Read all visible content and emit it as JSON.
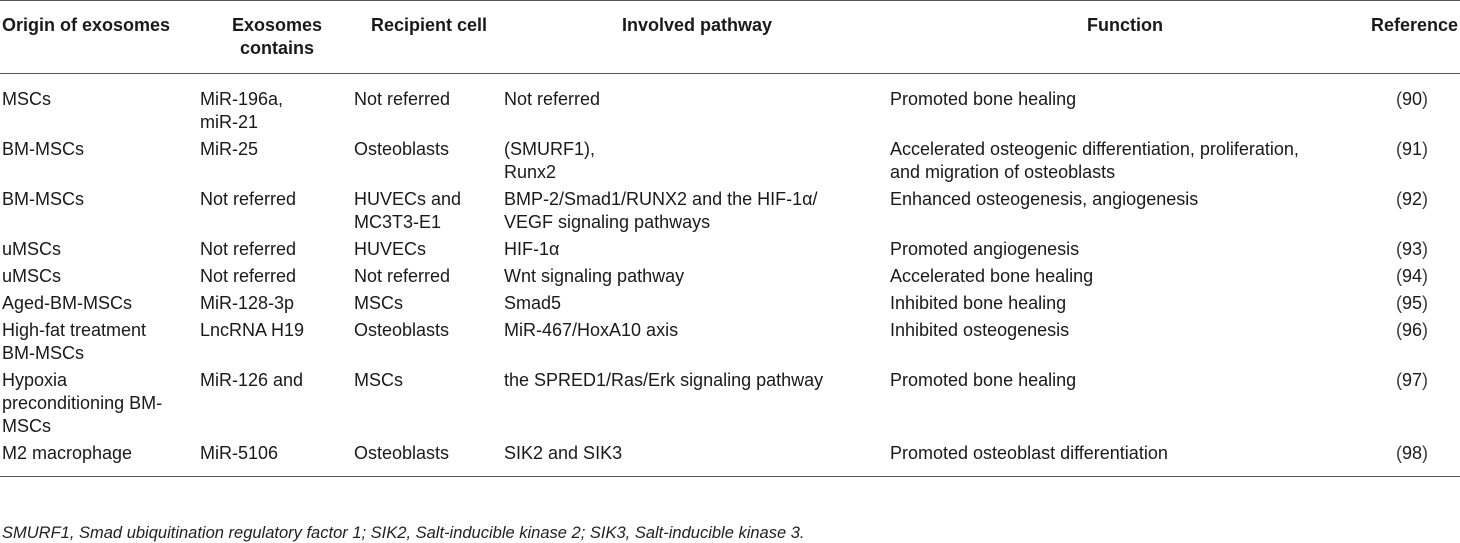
{
  "headers": [
    "Origin of exosomes",
    "Exosomes contains",
    "Recipient cell",
    "Involved pathway",
    "Function",
    "Reference"
  ],
  "header_lines": {
    "exosomes_contains": [
      "Exosomes",
      "contains"
    ]
  },
  "rows": [
    {
      "origin": [
        "MSCs"
      ],
      "contains": [
        "MiR-196a,",
        "miR-21"
      ],
      "recipient": [
        "Not referred"
      ],
      "pathway": [
        "Not referred"
      ],
      "function": [
        "Promoted bone healing"
      ],
      "ref": "90"
    },
    {
      "origin": [
        "BM-MSCs"
      ],
      "contains": [
        "MiR-25"
      ],
      "recipient": [
        "Osteoblasts"
      ],
      "pathway": [
        "(SMURF1),",
        "Runx2"
      ],
      "function": [
        "Accelerated osteogenic differentiation, proliferation,",
        "and migration of osteoblasts"
      ],
      "ref": "91"
    },
    {
      "origin": [
        "BM-MSCs"
      ],
      "contains": [
        "Not referred"
      ],
      "recipient": [
        "HUVECs and",
        "MC3T3-E1"
      ],
      "pathway": [
        "BMP-2/Smad1/RUNX2 and the HIF-1α/",
        "VEGF signaling pathways"
      ],
      "function": [
        "Enhanced osteogenesis, angiogenesis"
      ],
      "ref": "92"
    },
    {
      "origin": [
        "uMSCs"
      ],
      "contains": [
        "Not referred"
      ],
      "recipient": [
        "HUVECs"
      ],
      "pathway": [
        "HIF-1α"
      ],
      "function": [
        "Promoted angiogenesis"
      ],
      "ref": "93"
    },
    {
      "origin": [
        "uMSCs"
      ],
      "contains": [
        "Not referred"
      ],
      "recipient": [
        "Not referred"
      ],
      "pathway": [
        "Wnt signaling pathway"
      ],
      "function": [
        "Accelerated bone healing"
      ],
      "ref": "94"
    },
    {
      "origin": [
        "Aged-BM-MSCs"
      ],
      "contains": [
        "MiR-128-3p"
      ],
      "recipient": [
        "MSCs"
      ],
      "pathway": [
        "Smad5"
      ],
      "function": [
        "Inhibited bone healing"
      ],
      "ref": "95"
    },
    {
      "origin": [
        "High-fat treatment",
        "BM-MSCs"
      ],
      "contains": [
        "LncRNA H19"
      ],
      "recipient": [
        "Osteoblasts"
      ],
      "pathway": [
        "MiR-467/HoxA10 axis"
      ],
      "function": [
        "Inhibited osteogenesis"
      ],
      "ref": "96"
    },
    {
      "origin": [
        "Hypoxia",
        "preconditioning BM-",
        "MSCs"
      ],
      "contains": [
        "MiR-126 and"
      ],
      "recipient": [
        "MSCs"
      ],
      "pathway": [
        "the SPRED1/Ras/Erk signaling pathway"
      ],
      "function": [
        "Promoted bone healing"
      ],
      "ref": "97"
    },
    {
      "origin": [
        "M2 macrophage"
      ],
      "contains": [
        "MiR-5106"
      ],
      "recipient": [
        "Osteoblasts"
      ],
      "pathway": [
        "SIK2 and SIK3"
      ],
      "function": [
        "Promoted osteoblast differentiation"
      ],
      "ref": "98"
    }
  ],
  "footnote": "SMURF1, Smad ubiquitination regulatory factor 1; SIK2, Salt-inducible kinase 2; SIK3, Salt-inducible kinase 3."
}
